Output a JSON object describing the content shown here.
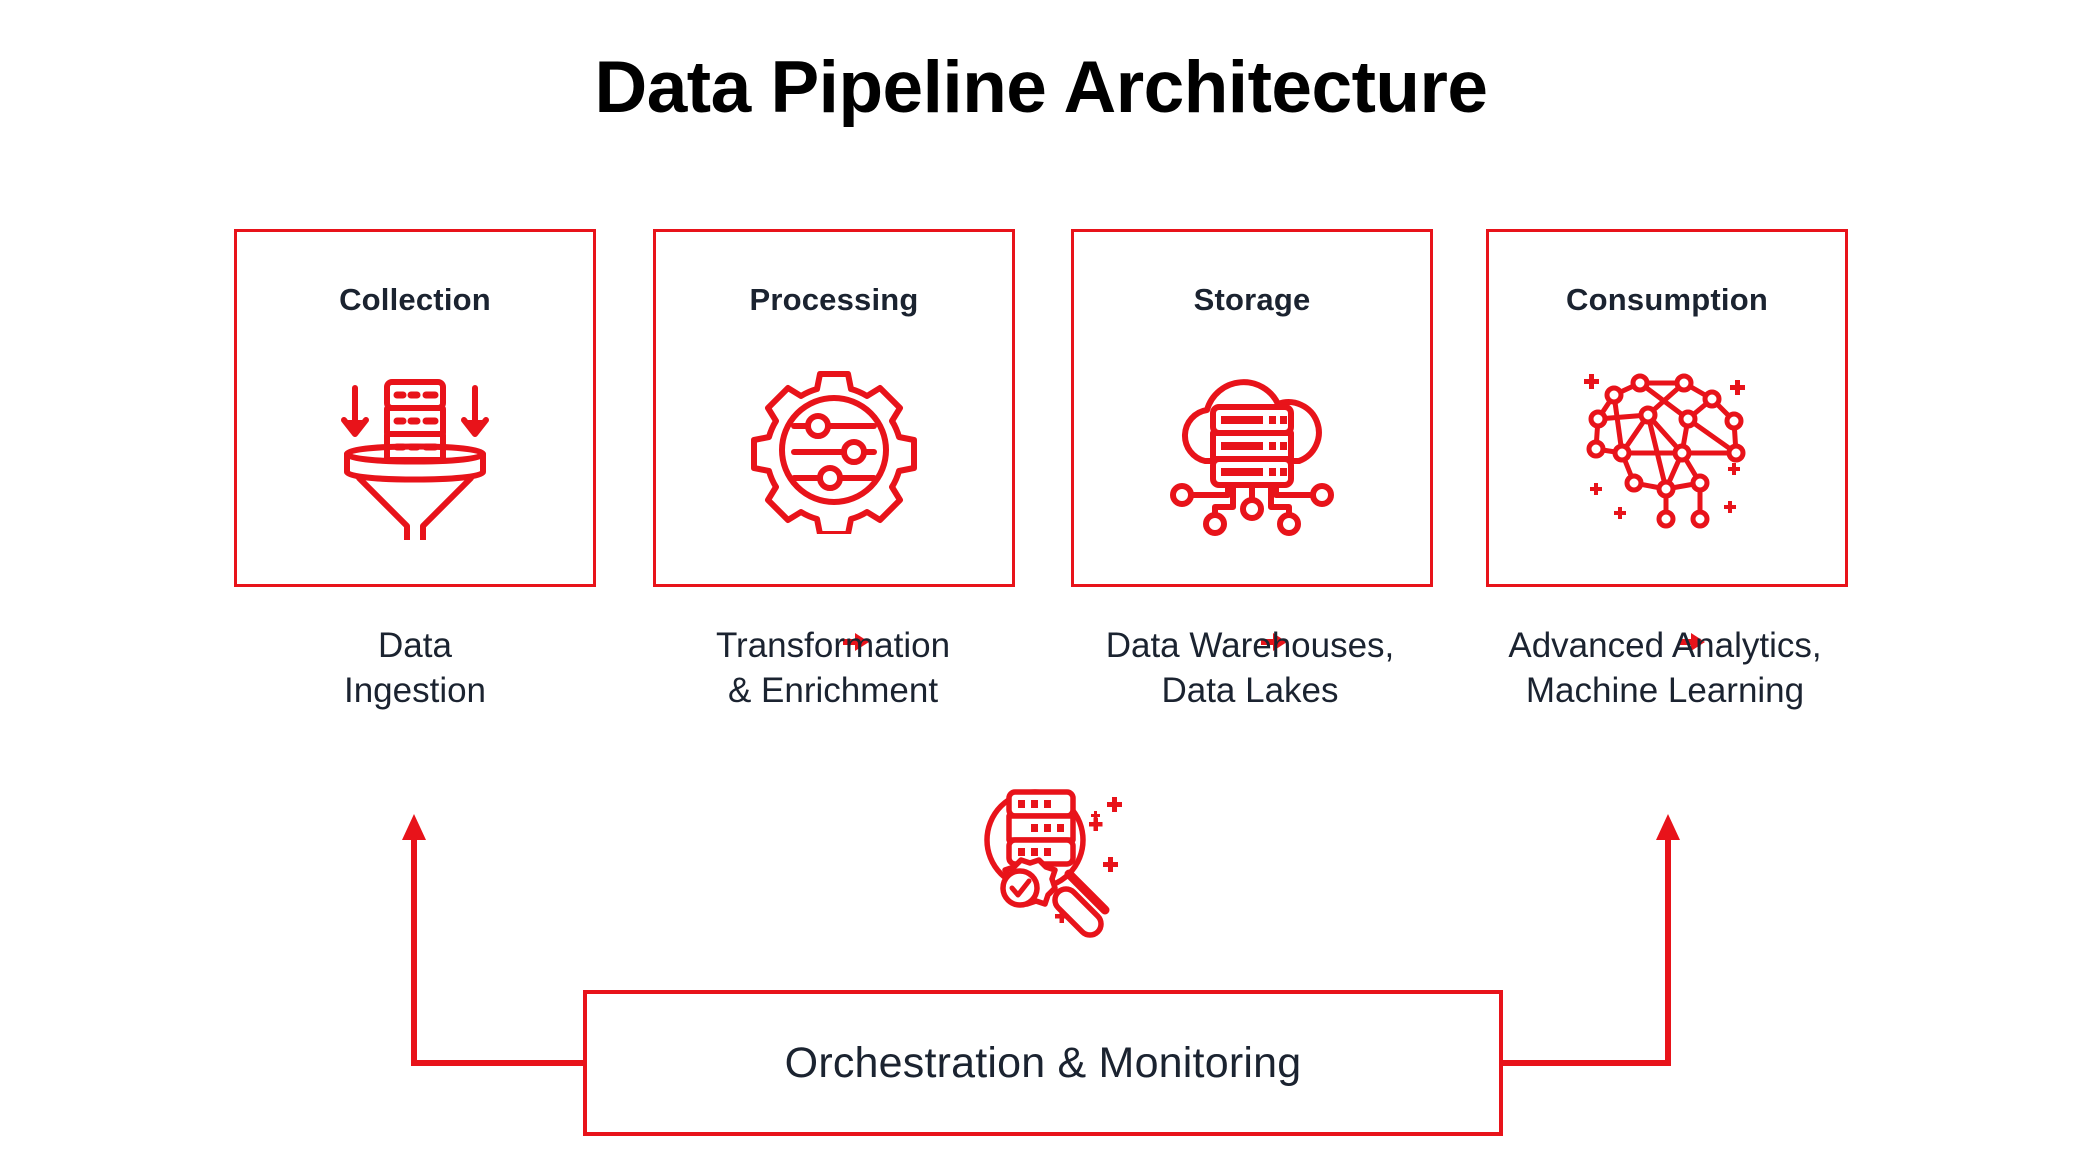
{
  "title": "Data Pipeline Architecture",
  "colors": {
    "accent_red": "#e8131a",
    "text_dark": "#1b2330",
    "title_black": "#000000",
    "background": "#ffffff"
  },
  "stages": [
    {
      "id": "collection",
      "title": "Collection",
      "icon": "funnel-server-ingest-icon",
      "caption": "Data\nIngestion",
      "caption_line1": "Data",
      "caption_line2": "Ingestion"
    },
    {
      "id": "processing",
      "title": "Processing",
      "icon": "gear-sliders-icon",
      "caption": "Transformation\n& Enrichment",
      "caption_line1": "Transformation",
      "caption_line2": "& Enrichment"
    },
    {
      "id": "storage",
      "title": "Storage",
      "icon": "cloud-server-network-icon",
      "caption": "Data Warehouses,\nData Lakes",
      "caption_line1": "Data Warehouses,",
      "caption_line2": "Data Lakes"
    },
    {
      "id": "consumption",
      "title": "Consumption",
      "icon": "neural-network-brain-icon",
      "caption": "Advanced Analytics,\nMachine Learning",
      "caption_line1": "Advanced Analytics,",
      "caption_line2": "Machine Learning"
    }
  ],
  "flow_arrows": [
    {
      "icon": "arrow-right-icon",
      "from": "collection",
      "to": "processing"
    },
    {
      "icon": "arrow-right-icon",
      "from": "processing",
      "to": "storage"
    },
    {
      "icon": "arrow-right-icon",
      "from": "storage",
      "to": "consumption"
    }
  ],
  "monitoring": {
    "icon": "magnifier-server-gear-check-icon",
    "bar_label": "Orchestration & Monitoring",
    "feedback_arrows": [
      {
        "icon": "feedback-arrow-left-icon",
        "direction": "up",
        "side": "left"
      },
      {
        "icon": "feedback-arrow-right-icon",
        "direction": "up",
        "side": "right"
      }
    ]
  }
}
